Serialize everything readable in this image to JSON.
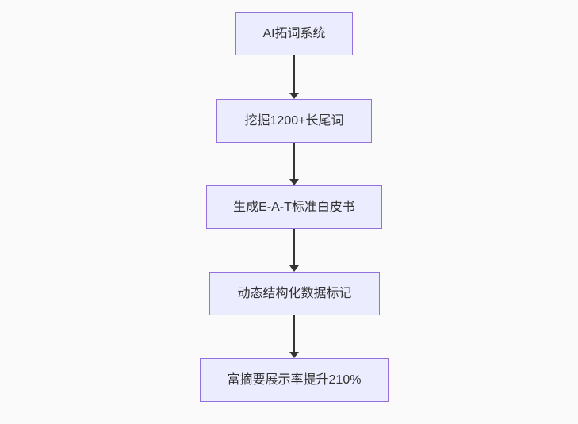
{
  "diagram": {
    "type": "flowchart",
    "direction": "top-down",
    "nodes": [
      {
        "id": "n1",
        "label": "AI拓词系统"
      },
      {
        "id": "n2",
        "label": "挖掘1200+长尾词"
      },
      {
        "id": "n3",
        "label": "生成E-A-T标准白皮书"
      },
      {
        "id": "n4",
        "label": "动态结构化数据标记"
      },
      {
        "id": "n5",
        "label": "富摘要展示率提升210%"
      }
    ],
    "edges": [
      {
        "from": "n1",
        "to": "n2",
        "style": "arrow-down"
      },
      {
        "from": "n2",
        "to": "n3",
        "style": "arrow-down"
      },
      {
        "from": "n3",
        "to": "n4",
        "style": "arrow-down"
      },
      {
        "from": "n4",
        "to": "n5",
        "style": "arrow-down"
      }
    ],
    "colors": {
      "node_fill": "#ECECFF",
      "node_border": "#9370DB",
      "arrow": "#333333",
      "text": "#333333",
      "background": "#fafafa"
    }
  }
}
